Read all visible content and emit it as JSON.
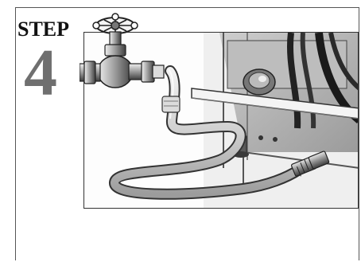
{
  "step": {
    "label": "STEP",
    "number": "4"
  },
  "illustration": {
    "subject": "water-valve-hose-connection",
    "colors": {
      "frame": "#333333",
      "step_number": "#6f6f6f",
      "metal_dark": "#4a4a4a",
      "metal_mid": "#9a9a9a",
      "metal_light": "#e8e8e8",
      "hose": "#d9d9d9"
    }
  }
}
